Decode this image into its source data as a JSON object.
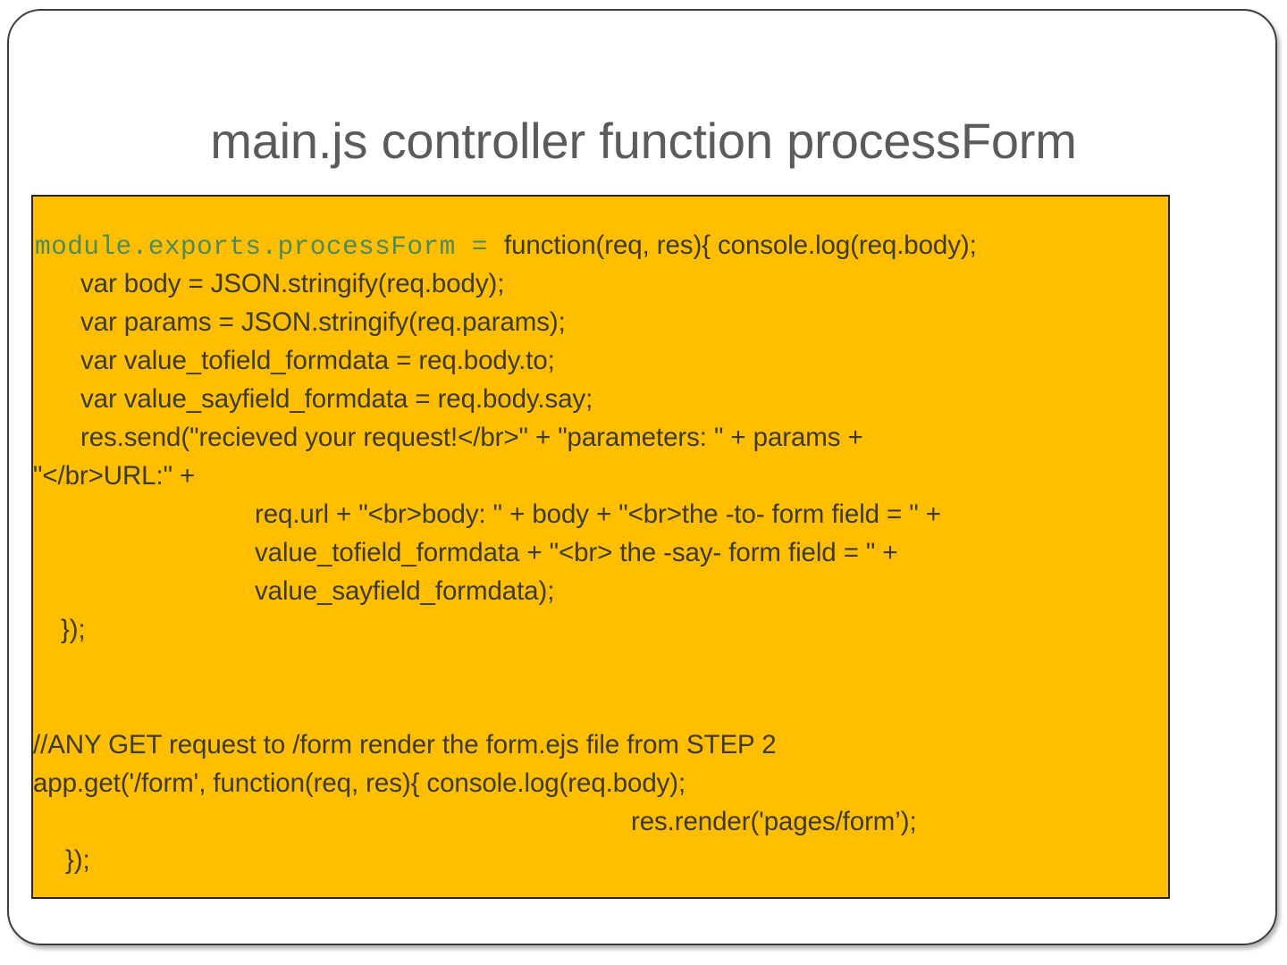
{
  "slide": {
    "title": "main.js controller function processForm",
    "frame_border_color": "#3d3d3d",
    "background_color": "#ffffff",
    "title_color": "#5b5b5b"
  },
  "code_panel": {
    "background_color": "#ffbf00",
    "border_color": "#262626",
    "text_color": "#3c3a33",
    "highlight_color": "#4e8a5e",
    "line1_mono": "module.exports.processForm = ",
    "line1_rest": "function(req, res){ console.log(req.body);",
    "lines": [
      "var body = JSON.stringify(req.body);",
      "var params = JSON.stringify(req.params);",
      "var value_tofield_formdata = req.body.to;",
      "var value_sayfield_formdata = req.body.say;",
      "res.send(\"recieved your request!</br>\" + \"parameters: \" + params +",
      "\"</br>URL:\" +",
      "req.url + \"<br>body: \" + body + \"<br>the -to- form field = \" +",
      "value_tofield_formdata + \"<br> the -say- form field = \" +",
      "value_sayfield_formdata);",
      "});",
      "//ANY GET request to /form render the form.ejs file from STEP 2",
      "app.get('/form', function(req, res){ console.log(req.body);",
      "res.render('pages/form’);",
      "});"
    ]
  }
}
